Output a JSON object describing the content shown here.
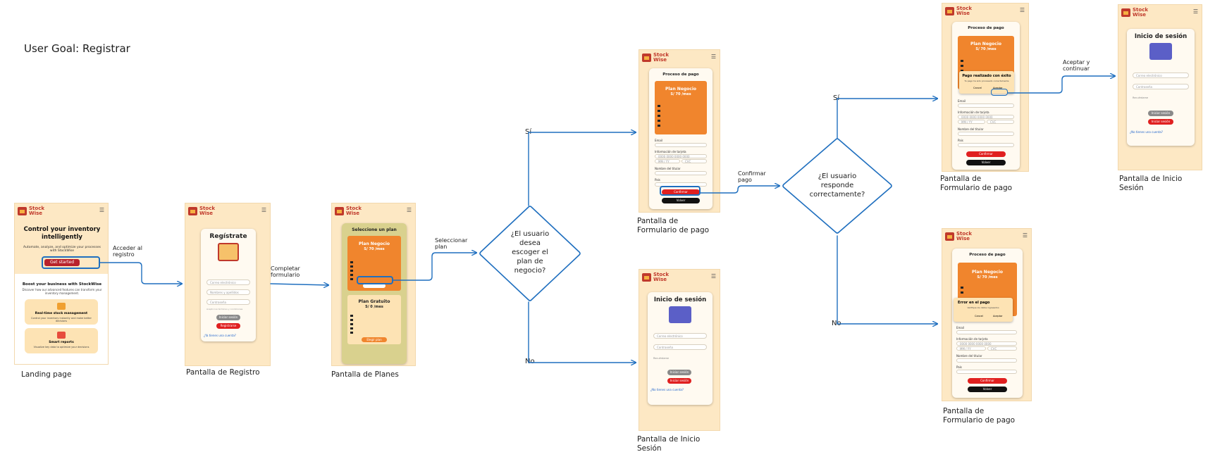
{
  "title": "User Goal: Registrar",
  "captions": {
    "landing": "Landing page",
    "registro": "Pantalla de Registro",
    "planes": "Pantalla de Planes",
    "pago1": "Pantalla de\nFormulario de pago",
    "inicio1": "Pantalla de Inicio\nSesión",
    "pago2": "Pantalla de\nFormulario de pago",
    "inicio2": "Pantalla de Inicio\nSesión",
    "pago3": "Pantalla de\nFormulario de pago"
  },
  "edges": {
    "acceder": "Acceder al\nregistro",
    "completar": "Completar\nformulario",
    "seleccionar": "Seleccionar\nplan",
    "si1": "Sí",
    "no1": "No",
    "confirmar": "Confirmar\npago",
    "si2": "Sí",
    "no2": "No",
    "aceptar": "Aceptar y\ncontinuar"
  },
  "decisions": {
    "plan": "¿El usuario\ndesea\nescoger el\nplan de\nnegocio?",
    "responde": "¿El usuario\nresponde\ncorrectamente?"
  },
  "brand": "Stock\nWise",
  "landing": {
    "headline": "Control your inventory intelligently",
    "sub": "Automate, analyze, and optimize your processes with StockWise",
    "cta": "Get started",
    "boost": "Boost your business with StockWise",
    "boost_sub": "Discover how our advanced features can transform your inventory management.",
    "f1_title": "Real-time stock management",
    "f1_sub": "Control your inventory instantly and make better decisions",
    "f2_title": "Smart reports",
    "f2_sub": "Visualize key data to optimize your decisions"
  },
  "registro": {
    "title": "Regístrate",
    "email": "Correo electrónico",
    "name": "Nombres y apellidos",
    "password": "Contraseña",
    "check": "Acepto los términos y condiciones",
    "btn_gray": "Iniciar sesión",
    "btn_red": "Registrarse",
    "link": "¿Ya tienes una cuenta?"
  },
  "planes": {
    "title": "Seleccione un plan",
    "p1_name": "Plan Negocio",
    "p1_price": "S/ 70 /mes",
    "p2_name": "Plan Gratuito",
    "p2_price": "S/ 0 /mes",
    "p2_btn": "Elegir plan"
  },
  "pago": {
    "title": "Proceso de pago",
    "plan": "Plan Negocio",
    "price": "S/ 70 /mes",
    "email": "Email",
    "card": "Información de tarjeta",
    "card_number": "0000 0000 0000 0000",
    "expiry": "MM / YY",
    "cvc": "CVC",
    "holder": "Nombre del titular",
    "country": "País",
    "confirm": "Confirmar",
    "back": "Volver"
  },
  "dialog_ok": {
    "title": "Pago realizado con éxito",
    "text": "Tu pago ha sido procesado correctamente",
    "cancel": "Cancel",
    "accept": "Aceptar"
  },
  "dialog_err": {
    "title": "Error en el pago",
    "text": "Verifique los datos ingresados",
    "cancel": "Cancel",
    "accept": "Aceptar"
  },
  "inicio": {
    "title": "Inicio de sesión",
    "email": "Correo electrónico",
    "password": "Contraseña",
    "remember": "Recuérdame",
    "btn_gray": "Iniciar sesión",
    "btn_red": "Iniciar sesión",
    "link": "¿No tienes una cuenta?"
  },
  "colors": {
    "screen_bg": "#fde8c4",
    "flow_blue": "#1f6fbf",
    "accent_orange": "#f0852d",
    "accent_red": "#e02020"
  }
}
